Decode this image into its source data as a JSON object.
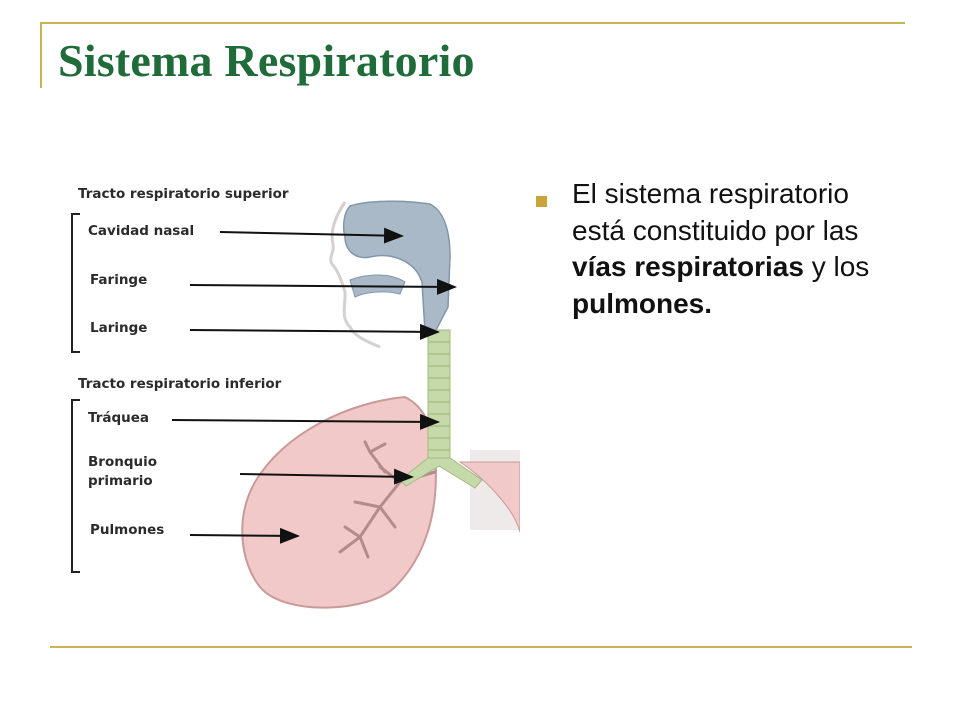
{
  "slide": {
    "title": "Sistema Respiratorio"
  },
  "figure": {
    "label_upper_tract": "Tracto respiratorio superior",
    "label_nasal": "Cavidad nasal",
    "label_pharynx": "Faringe",
    "label_larynx": "Laringe",
    "label_lower_tract": "Tracto respiratorio inferior",
    "label_trachea": "Tráquea",
    "label_bronchus_1": "Bronquio",
    "label_bronchus_2": "primario",
    "label_lungs": "Pulmones"
  },
  "bullet": {
    "text_1": "El sistema respiratorio está constituido por las ",
    "bold_1": "vías respiratorias",
    "text_2": " y los ",
    "bold_2": "pulmones."
  },
  "colors": {
    "title": "#1f6b3a",
    "frame": "#c9b25a",
    "bullet_marker": "#c8a43a",
    "lung_fill": "#f0c9c8",
    "airway_fill": "#a9b9c7",
    "trachea_fill": "#c6d9a8"
  }
}
